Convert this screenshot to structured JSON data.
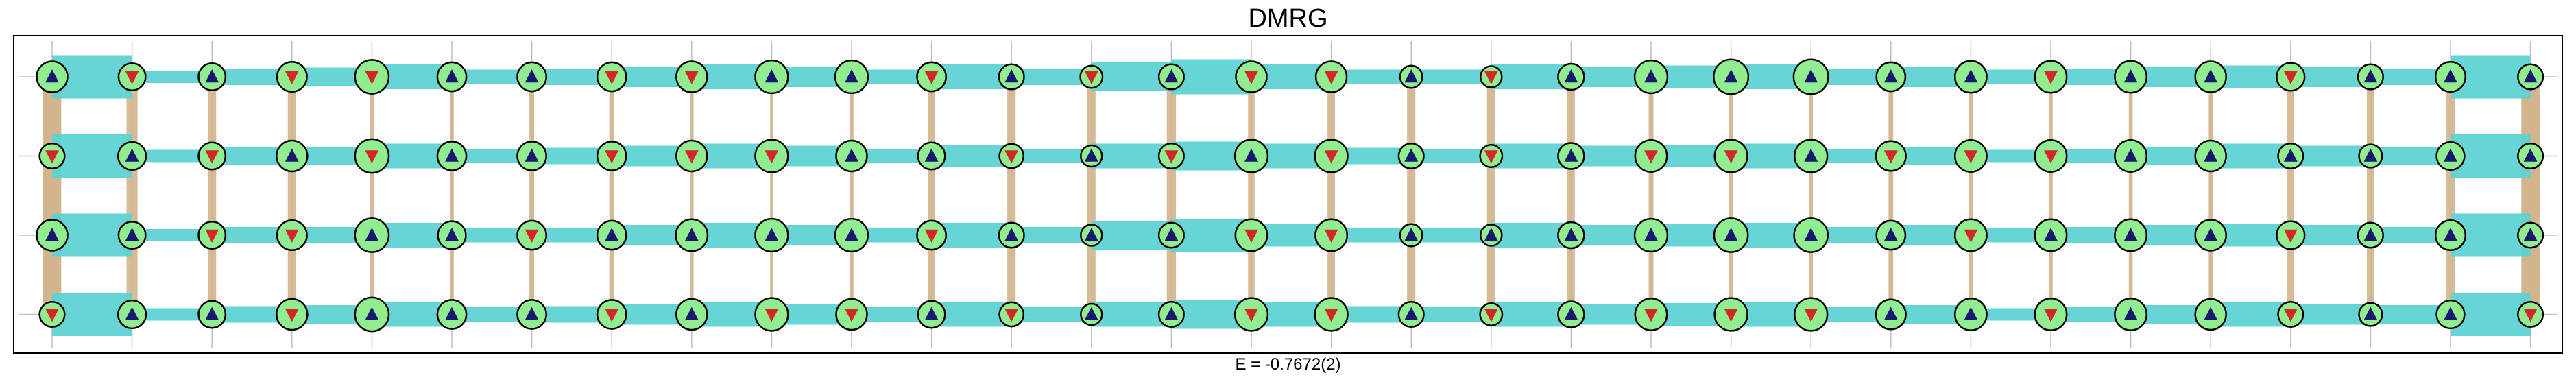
{
  "title": "DMRG",
  "caption": "E = -0.7672(2)",
  "colors": {
    "site_fill": "#90ee90",
    "up_arrow": "#191970",
    "down_arrow": "#d62728",
    "horizontal_bond": "#5fd3d3",
    "vertical_bond": "#d2b48c",
    "guide_line": "#bfbfbf"
  },
  "lattice": {
    "columns": 32,
    "rows": 4,
    "spins": [
      "UDUDDUUDDUUDUDUDDUDUUUUUUDUUDUUU",
      "DUDUDUUDDDUUDUDUDUDUDDUDDDUUUUUU",
      "UUDDUUDUUUUDUUUDDUUUUUUUDUUUDUUU",
      "DUUDUUUDUDDUDUUDDUDUDDDUUDUUDUUD"
    ],
    "site_magnitudes": [
      [
        0.75,
        0.55,
        0.55,
        0.7,
        0.9,
        0.65,
        0.65,
        0.65,
        0.75,
        0.85,
        0.85,
        0.65,
        0.45,
        0.3,
        0.45,
        0.75,
        0.75,
        0.3,
        0.25,
        0.5,
        0.85,
        0.95,
        0.95,
        0.65,
        0.8,
        0.8,
        0.8,
        0.75,
        0.6,
        0.45,
        0.7,
        0.45
      ],
      [
        0.45,
        0.6,
        0.55,
        0.75,
        0.9,
        0.65,
        0.65,
        0.65,
        0.75,
        0.85,
        0.75,
        0.55,
        0.4,
        0.25,
        0.45,
        0.85,
        0.85,
        0.45,
        0.3,
        0.5,
        0.8,
        0.85,
        0.85,
        0.7,
        0.8,
        0.8,
        0.8,
        0.75,
        0.45,
        0.35,
        0.6,
        0.45
      ],
      [
        0.75,
        0.55,
        0.55,
        0.7,
        0.9,
        0.6,
        0.65,
        0.65,
        0.8,
        0.85,
        0.85,
        0.65,
        0.45,
        0.25,
        0.45,
        0.8,
        0.8,
        0.3,
        0.25,
        0.5,
        0.85,
        0.9,
        0.9,
        0.65,
        0.8,
        0.8,
        0.8,
        0.75,
        0.6,
        0.45,
        0.7,
        0.45
      ],
      [
        0.45,
        0.6,
        0.55,
        0.75,
        0.9,
        0.65,
        0.65,
        0.65,
        0.75,
        0.85,
        0.75,
        0.55,
        0.4,
        0.25,
        0.45,
        0.85,
        0.85,
        0.45,
        0.3,
        0.5,
        0.8,
        0.85,
        0.85,
        0.7,
        0.8,
        0.8,
        0.8,
        0.75,
        0.45,
        0.35,
        0.6,
        0.45
      ]
    ],
    "horizontal_bond_strengths": [
      [
        1.0,
        0.25,
        0.35,
        0.4,
        0.55,
        0.3,
        0.35,
        0.45,
        0.55,
        0.45,
        0.3,
        0.55,
        0.35,
        0.65,
        0.8,
        0.55,
        0.3,
        0.3,
        0.55,
        0.45,
        0.5,
        0.55,
        0.35,
        0.45,
        0.3,
        0.35,
        0.45,
        0.5,
        0.45,
        0.35,
        1.0
      ],
      [
        1.0,
        0.25,
        0.4,
        0.4,
        0.55,
        0.3,
        0.35,
        0.45,
        0.55,
        0.45,
        0.3,
        0.5,
        0.3,
        0.55,
        0.65,
        0.55,
        0.35,
        0.3,
        0.55,
        0.45,
        0.5,
        0.55,
        0.3,
        0.4,
        0.25,
        0.3,
        0.4,
        0.55,
        0.45,
        0.4,
        1.0
      ],
      [
        1.0,
        0.25,
        0.35,
        0.35,
        0.55,
        0.3,
        0.3,
        0.45,
        0.55,
        0.45,
        0.3,
        0.55,
        0.35,
        0.65,
        0.75,
        0.5,
        0.3,
        0.3,
        0.55,
        0.45,
        0.5,
        0.55,
        0.35,
        0.45,
        0.3,
        0.35,
        0.45,
        0.5,
        0.45,
        0.35,
        1.0
      ],
      [
        1.0,
        0.25,
        0.35,
        0.4,
        0.55,
        0.3,
        0.35,
        0.45,
        0.55,
        0.45,
        0.3,
        0.55,
        0.3,
        0.55,
        0.65,
        0.55,
        0.35,
        0.3,
        0.55,
        0.45,
        0.5,
        0.55,
        0.3,
        0.4,
        0.25,
        0.3,
        0.4,
        0.55,
        0.45,
        0.4,
        1.0
      ]
    ],
    "vertical_bond_strengths": [
      0.9,
      0.5,
      0.35,
      0.35,
      0.1,
      0.1,
      0.15,
      0.15,
      0.1,
      0.05,
      0.1,
      0.25,
      0.35,
      0.35,
      0.4,
      0.25,
      0.3,
      0.35,
      0.35,
      0.3,
      0.15,
      0.1,
      0.1,
      0.15,
      0.1,
      0.1,
      0.1,
      0.1,
      0.25,
      0.3,
      0.4,
      0.9
    ]
  }
}
